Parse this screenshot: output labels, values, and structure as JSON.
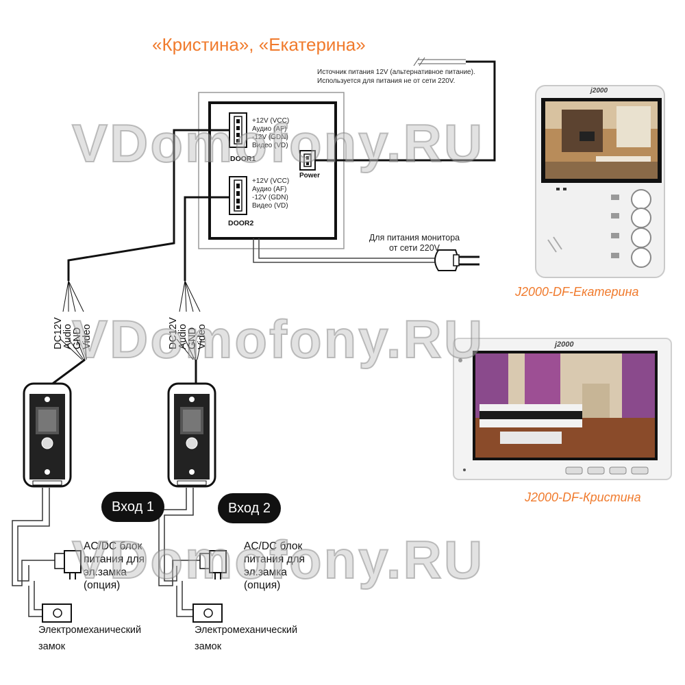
{
  "title": "«Кристина», «Екатерина»",
  "psu_note": {
    "line1": "Источник питания 12V (альтернативное питание).",
    "line2": "Используется для питания не от сети 220V."
  },
  "mains_note": {
    "line1": "Для питания монитора",
    "line2": "от сети 220V"
  },
  "door1_pins": [
    "+12V (VCC)",
    "Аудио (AF)",
    "-12V (GDN)",
    "Видео (VD)"
  ],
  "door2_pins": [
    "+12V (VCC)",
    "Аудио (AF)",
    "-12V (GDN)",
    "Видео (VD)"
  ],
  "door1_label": "DOOR1",
  "door2_label": "DOOR2",
  "power_label": "Power",
  "wire_labels_1": [
    "DC12V",
    "Audio",
    "GND",
    "Video"
  ],
  "wire_labels_2": [
    "DC12V",
    "Audio",
    "GND",
    "Video"
  ],
  "entrance_1": "Вход 1",
  "entrance_2": "Вход 2",
  "psu_1": [
    "AC/DC блок",
    "питания для",
    "эл.замка",
    "(опция)"
  ],
  "psu_2": [
    "AC/DC блок",
    "питания для",
    "эл.замка",
    "(опция)"
  ],
  "lock_1": [
    "Электромеханический",
    "замок"
  ],
  "lock_2": [
    "Электромеханический",
    "замок"
  ],
  "model_ekaterina": "J2000-DF-Екатерина",
  "model_kristina": "J2000-DF-Кристина",
  "brand_logo": "j2000",
  "watermark": "VDomofony.RU",
  "colors": {
    "accent": "#f07a2c",
    "wire": "#111111",
    "monitor_body": "#eeeeee",
    "badge": "#111111"
  }
}
